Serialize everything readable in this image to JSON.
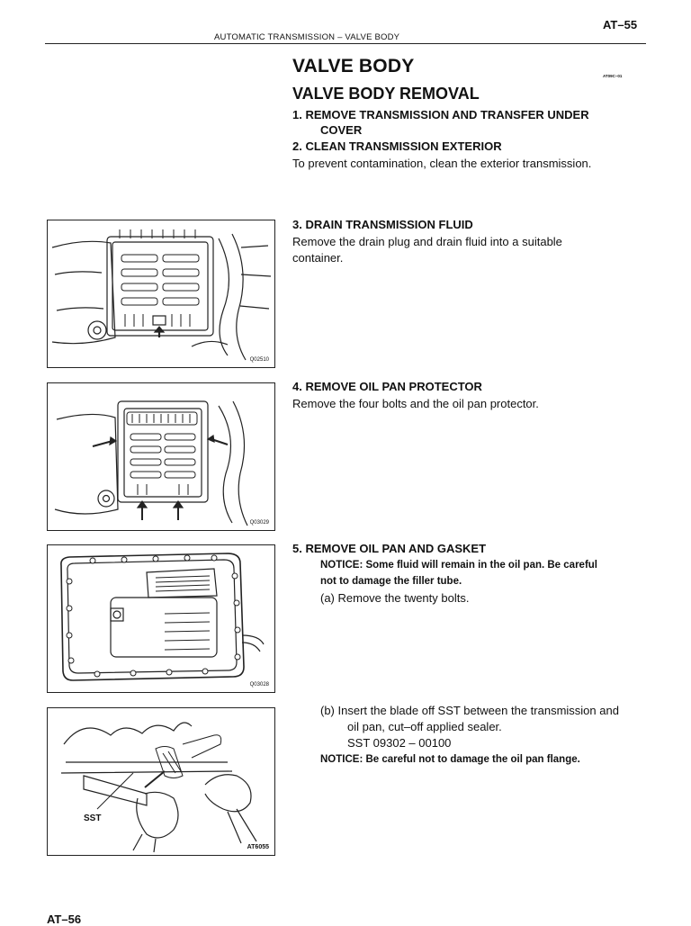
{
  "header": {
    "section": "AUTOMATIC TRANSMISSION   –   VALVE BODY",
    "page": "AT–55"
  },
  "titles": {
    "main": "VALVE BODY",
    "sub": "VALVE BODY REMOVAL",
    "code": "AT09C–01"
  },
  "steps": {
    "s1_line1": "1. REMOVE TRANSMISSION AND TRANSFER UNDER",
    "s1_line2": "COVER",
    "s2": "2. CLEAN TRANSMISSION EXTERIOR",
    "s2_text": "To prevent contamination, clean the exterior transmission.",
    "s3": "3. DRAIN TRANSMISSION FLUID",
    "s3_line1": "Remove the drain plug and drain fluid into a suitable",
    "s3_line2": "container.",
    "s4": "4. REMOVE OIL PAN PROTECTOR",
    "s4_text": "Remove the four bolts and the oil pan protector.",
    "s5": "5. REMOVE OIL PAN AND GASKET",
    "s5_notice1": "NOTICE: Some fluid will remain in the oil pan.  Be careful",
    "s5_notice2": "not to damage the filler tube.",
    "s5_a": "(a) Remove the twenty bolts.",
    "s5_b1": "(b) Insert the blade off SST between the transmission and",
    "s5_b2": "oil pan, cut–off applied sealer.",
    "s5_b3": "SST 09302 – 00100",
    "s5_notice3": "NOTICE: Be careful not to damage the oil pan flange."
  },
  "figures": {
    "fig1_code": "Q02510",
    "fig2_code": "Q03029",
    "fig3_code": "Q03028",
    "fig4_code": "AT6055",
    "fig4_label": "SST"
  },
  "footer": {
    "page": "AT–56"
  }
}
